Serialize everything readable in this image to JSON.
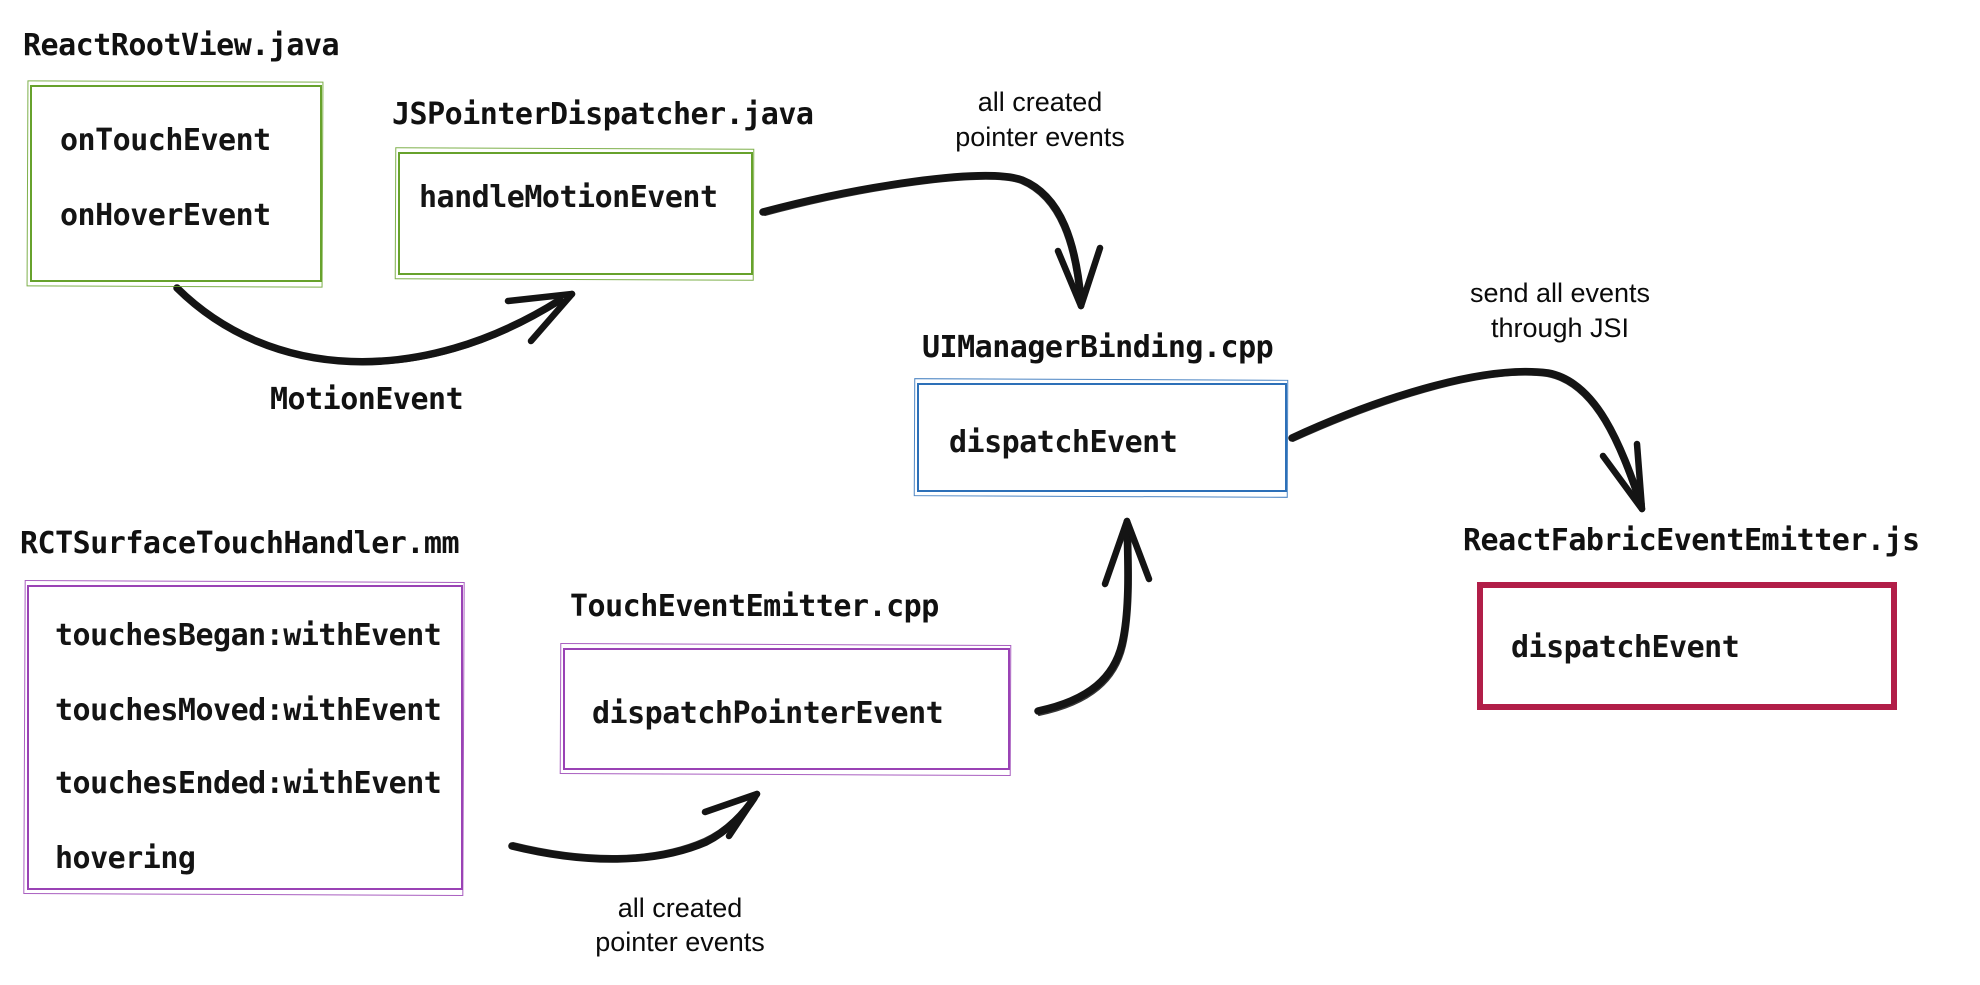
{
  "nodes": {
    "react_root_view": {
      "file": "ReactRootView.java",
      "methods": [
        "onTouchEvent",
        "onHoverEvent"
      ],
      "color": "#67a22c"
    },
    "js_pointer_dispatcher": {
      "file": "JSPointerDispatcher.java",
      "methods": [
        "handleMotionEvent"
      ],
      "color": "#67a22c"
    },
    "ui_manager_binding": {
      "file": "UIManagerBinding.cpp",
      "methods": [
        "dispatchEvent"
      ],
      "color": "#2d70b8"
    },
    "rct_surface_touch_handler": {
      "file": "RCTSurfaceTouchHandler.mm",
      "methods": [
        "touchesBegan:withEvent",
        "touchesMoved:withEvent",
        "touchesEnded:withEvent",
        "hovering"
      ],
      "color": "#9a43b5"
    },
    "touch_event_emitter": {
      "file": "TouchEventEmitter.cpp",
      "methods": [
        "dispatchPointerEvent"
      ],
      "color": "#9a43b5"
    },
    "react_fabric_event_emitter": {
      "file": "ReactFabricEventEmitter.js",
      "methods": [
        "dispatchEvent"
      ],
      "color": "#b11e48"
    }
  },
  "edge_labels": {
    "motion_event": "MotionEvent",
    "all_created_top_line1": "all created",
    "all_created_top_line2": "pointer events",
    "send_jsi_line1": "send all events",
    "send_jsi_line2": "through JSI",
    "all_created_bottom_line1": "all created",
    "all_created_bottom_line2": "pointer events"
  },
  "colors": {
    "green": "#67a22c",
    "blue": "#2d70b8",
    "purple": "#9a43b5",
    "crimson": "#b11e48",
    "ink": "#141414"
  }
}
